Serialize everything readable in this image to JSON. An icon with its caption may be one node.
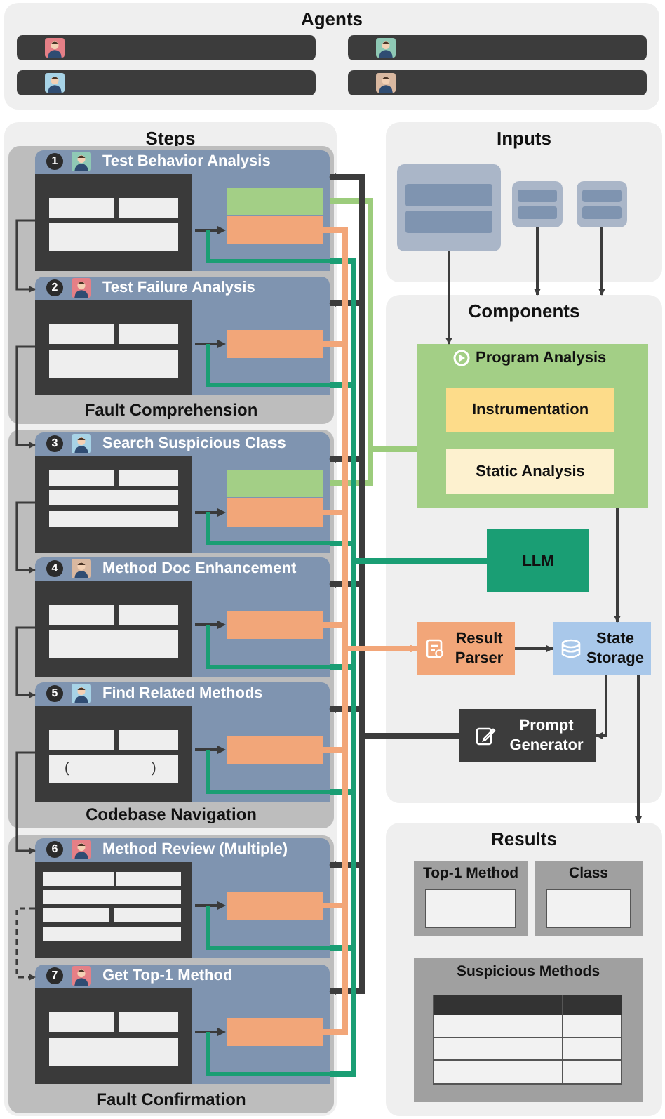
{
  "diagram": {
    "nodes": [
      {
        "text": [
          "Agents"
        ]
      },
      {
        "text": [],
        "shape": "bar",
        "in": 0
      },
      {
        "text": [],
        "shape": "bar",
        "in": 0
      },
      {
        "text": [],
        "shape": "bar",
        "in": 0
      },
      {
        "text": [],
        "shape": "bar",
        "in": 0
      },
      {
        "text": [
          "Steps"
        ]
      },
      {
        "text": [
          "Fault Comprehension"
        ],
        "in": 5
      },
      {
        "text": [
          "1",
          "Test Behavior Analysis"
        ],
        "in": 6
      },
      {
        "text": [
          "2",
          "Test Failure Analysis"
        ],
        "in": 6
      },
      {
        "text": [
          "Codebase Navigation"
        ],
        "in": 5
      },
      {
        "text": [
          "3",
          "Search Suspicious Class"
        ],
        "in": 9
      },
      {
        "text": [
          "4",
          "Method Doc Enhancement"
        ],
        "in": 9
      },
      {
        "text": [
          "5",
          "Find Related Methods"
        ],
        "in": 9
      },
      {
        "text": [
          "Fault Confirmation"
        ],
        "in": 5
      },
      {
        "text": [
          "6",
          "Method Review (Multiple)"
        ],
        "in": 13
      },
      {
        "text": [
          "7",
          "Get Top-1 Method"
        ],
        "in": 13
      },
      {
        "text": [
          "Inputs"
        ]
      },
      {
        "text": [],
        "shape": "box",
        "in": 16
      },
      {
        "text": [],
        "shape": "box",
        "in": 16
      },
      {
        "text": [],
        "shape": "box",
        "in": 16
      },
      {
        "text": [
          "Components"
        ]
      },
      {
        "text": [
          "Program Analysis"
        ],
        "in": 20
      },
      {
        "text": [
          "Instrumentation"
        ],
        "in": 21
      },
      {
        "text": [
          "Static Analysis"
        ],
        "in": 21
      },
      {
        "text": [
          "LLM"
        ],
        "in": 20
      },
      {
        "text": [
          "Result Parser"
        ],
        "in": 20
      },
      {
        "text": [
          "State Storage"
        ],
        "in": 20
      },
      {
        "text": [
          "Prompt Generator"
        ],
        "in": 20
      },
      {
        "text": [
          "Results"
        ]
      },
      {
        "text": [
          "Top-1 Method"
        ],
        "in": 28
      },
      {
        "text": [
          "Class"
        ],
        "in": 28
      },
      {
        "text": [
          "Suspicious Methods"
        ],
        "in": 28
      }
    ],
    "edges": [
      {
        "from": 7,
        "to": 8,
        "arrow": "to"
      },
      {
        "from": 8,
        "to": 10,
        "arrow": "to"
      },
      {
        "from": 10,
        "to": 11,
        "arrow": "to"
      },
      {
        "from": 11,
        "to": 12,
        "arrow": "to"
      },
      {
        "from": 12,
        "to": 14,
        "arrow": "to"
      },
      {
        "from": 14,
        "to": 15,
        "arrow": "to",
        "style": "dashed"
      },
      {
        "from": 17,
        "to": 21,
        "arrow": "to"
      },
      {
        "from": 18,
        "to": 20,
        "arrow": "to"
      },
      {
        "from": 19,
        "to": 20,
        "arrow": "to"
      },
      {
        "from": 21,
        "to": 26,
        "arrow": "to"
      },
      {
        "from": 25,
        "to": 26,
        "arrow": "to"
      },
      {
        "from": 26,
        "to": 27,
        "arrow": "to"
      },
      {
        "from": 26,
        "to": 28,
        "arrow": "to"
      },
      {
        "from": 27,
        "to": 7,
        "arrow": "to"
      },
      {
        "from": 27,
        "to": 8,
        "arrow": "to"
      },
      {
        "from": 27,
        "to": 10,
        "arrow": "to"
      },
      {
        "from": 27,
        "to": 11,
        "arrow": "to"
      },
      {
        "from": 27,
        "to": 12,
        "arrow": "to"
      },
      {
        "from": 27,
        "to": 14,
        "arrow": "to"
      },
      {
        "from": 27,
        "to": 15,
        "arrow": "to"
      },
      {
        "from": 24,
        "to": 7,
        "arrow": "none",
        "color": "#1a9e74"
      },
      {
        "from": 24,
        "to": 8,
        "arrow": "none",
        "color": "#1a9e74"
      },
      {
        "from": 24,
        "to": 10,
        "arrow": "none",
        "color": "#1a9e74"
      },
      {
        "from": 24,
        "to": 11,
        "arrow": "none",
        "color": "#1a9e74"
      },
      {
        "from": 24,
        "to": 12,
        "arrow": "none",
        "color": "#1a9e74"
      },
      {
        "from": 24,
        "to": 14,
        "arrow": "none",
        "color": "#1a9e74"
      },
      {
        "from": 24,
        "to": 15,
        "arrow": "none",
        "color": "#1a9e74"
      },
      {
        "from": 7,
        "to": 25,
        "arrow": "to",
        "color": "#f2a679"
      },
      {
        "from": 8,
        "to": 25,
        "arrow": "to",
        "color": "#f2a679"
      },
      {
        "from": 10,
        "to": 25,
        "arrow": "to",
        "color": "#f2a679"
      },
      {
        "from": 11,
        "to": 25,
        "arrow": "to",
        "color": "#f2a679"
      },
      {
        "from": 12,
        "to": 25,
        "arrow": "to",
        "color": "#f2a679"
      },
      {
        "from": 14,
        "to": 25,
        "arrow": "to",
        "color": "#f2a679"
      },
      {
        "from": 15,
        "to": 25,
        "arrow": "to",
        "color": "#f2a679"
      },
      {
        "from": 21,
        "to": 7,
        "arrow": "none",
        "color": "#9ccc7c"
      },
      {
        "from": 21,
        "to": 10,
        "arrow": "none",
        "color": "#9ccc7c"
      }
    ],
    "labels": [
      "(",
      ")"
    ]
  }
}
